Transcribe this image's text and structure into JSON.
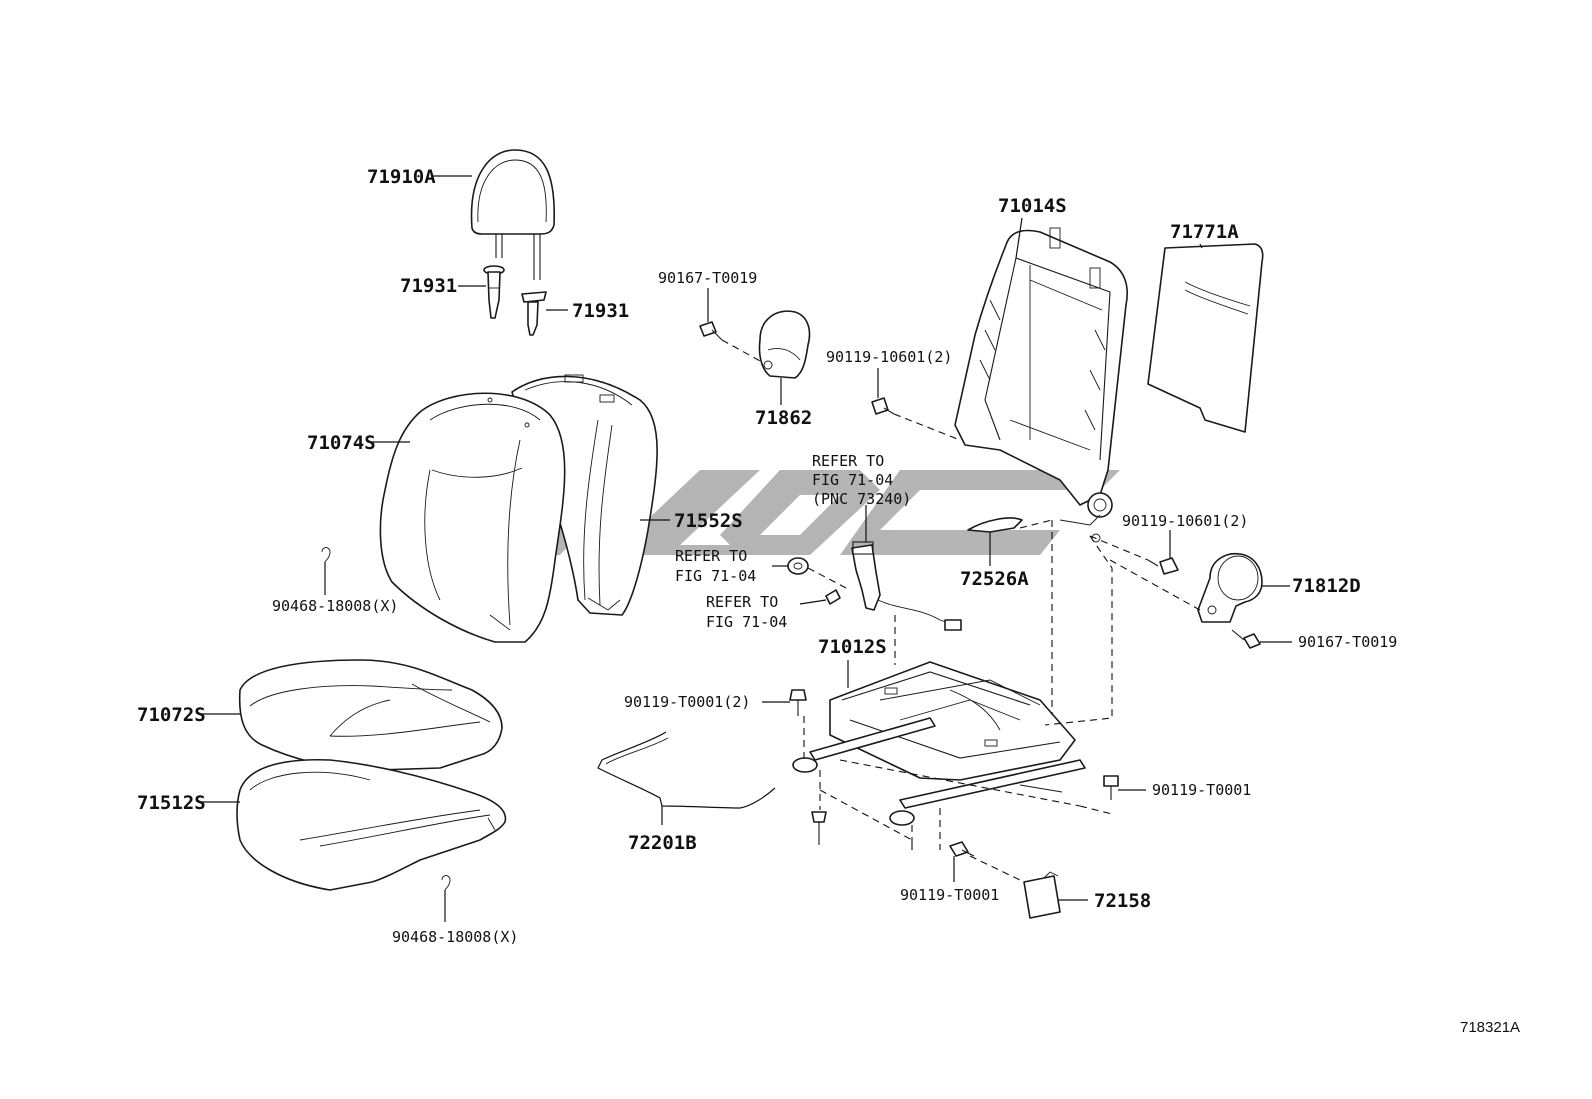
{
  "diagram_ref": "718321A",
  "watermark": {
    "color": "#9a9a9a"
  },
  "labels": {
    "p71910A": "71910A",
    "p71931a": "71931",
    "p71931b": "71931",
    "p71074S": "71074S",
    "p71552S": "71552S",
    "p90468a": "90468-18008(X)",
    "p71072S": "71072S",
    "p71512S": "71512S",
    "p90468b": "90468-18008(X)",
    "p90167a": "90167-T0019",
    "p71862": "71862",
    "p71014S": "71014S",
    "p71771A": "71771A",
    "p90119_10601a": "90119-10601(2)",
    "p90119_10601b": "90119-10601(2)",
    "p71812D": "71812D",
    "p90167b": "90167-T0019",
    "p72526A": "72526A",
    "p71012S": "71012S",
    "p90119_T0001a": "90119-T0001(2)",
    "p90119_T0001b": "90119-T0001",
    "p90119_T0001c": "90119-T0001",
    "p72201B": "72201B",
    "p72158": "72158"
  },
  "refer_notes": {
    "belt": [
      "REFER TO",
      "FIG 71-04",
      "(PNC 73240)"
    ],
    "left1": [
      "REFER TO",
      "FIG 71-04"
    ],
    "left2": [
      "REFER TO",
      "FIG 71-04"
    ]
  }
}
